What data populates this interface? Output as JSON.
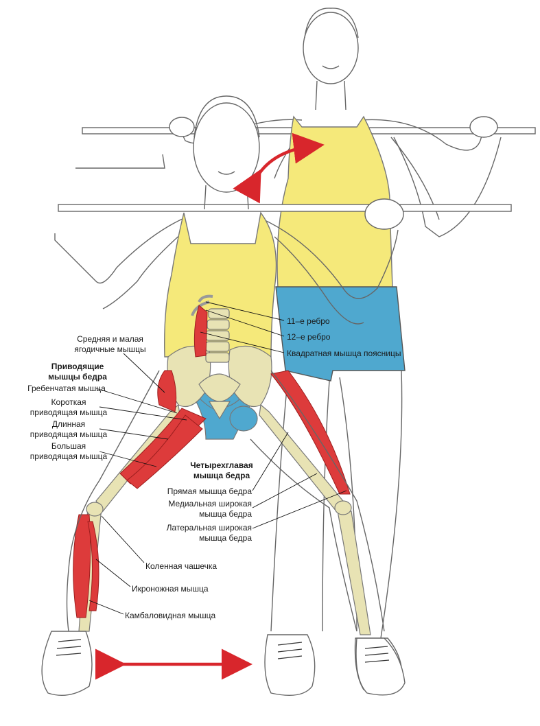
{
  "labels": {
    "rib11": "11–е ребро",
    "rib12": "12–е ребро",
    "quadratus": "Квадратная мышца поясницы",
    "gluteus": "Средняя и малая\nягодичные мышцы",
    "adductors_heading": "Приводящие\nмышцы бедра",
    "pectineus": "Гребенчатая мышца",
    "adductor_brevis": "Короткая\nприводящая мышца",
    "adductor_longus": "Длинная\nприводящая мышца",
    "adductor_magnus": "Большая\nприводящая мышца",
    "quadriceps_heading": "Четырехглавая\nмышца бедра",
    "rectus_femoris": "Прямая мышца бедра",
    "vastus_medialis": "Медиальная широкая\nмышца бедра",
    "vastus_lateralis": "Латеральная широкая\nмышца бедра",
    "patella": "Коленная чашечка",
    "gastrocnemius": "Икроножная мышца",
    "soleus": "Камбаловидная мышца"
  },
  "colors": {
    "shirt": "#f5e97a",
    "shorts": "#4fa8cf",
    "muscle": "#dd3b3b",
    "bone": "#e8e3b4",
    "arrow": "#d8262c",
    "outline": "#555555"
  }
}
